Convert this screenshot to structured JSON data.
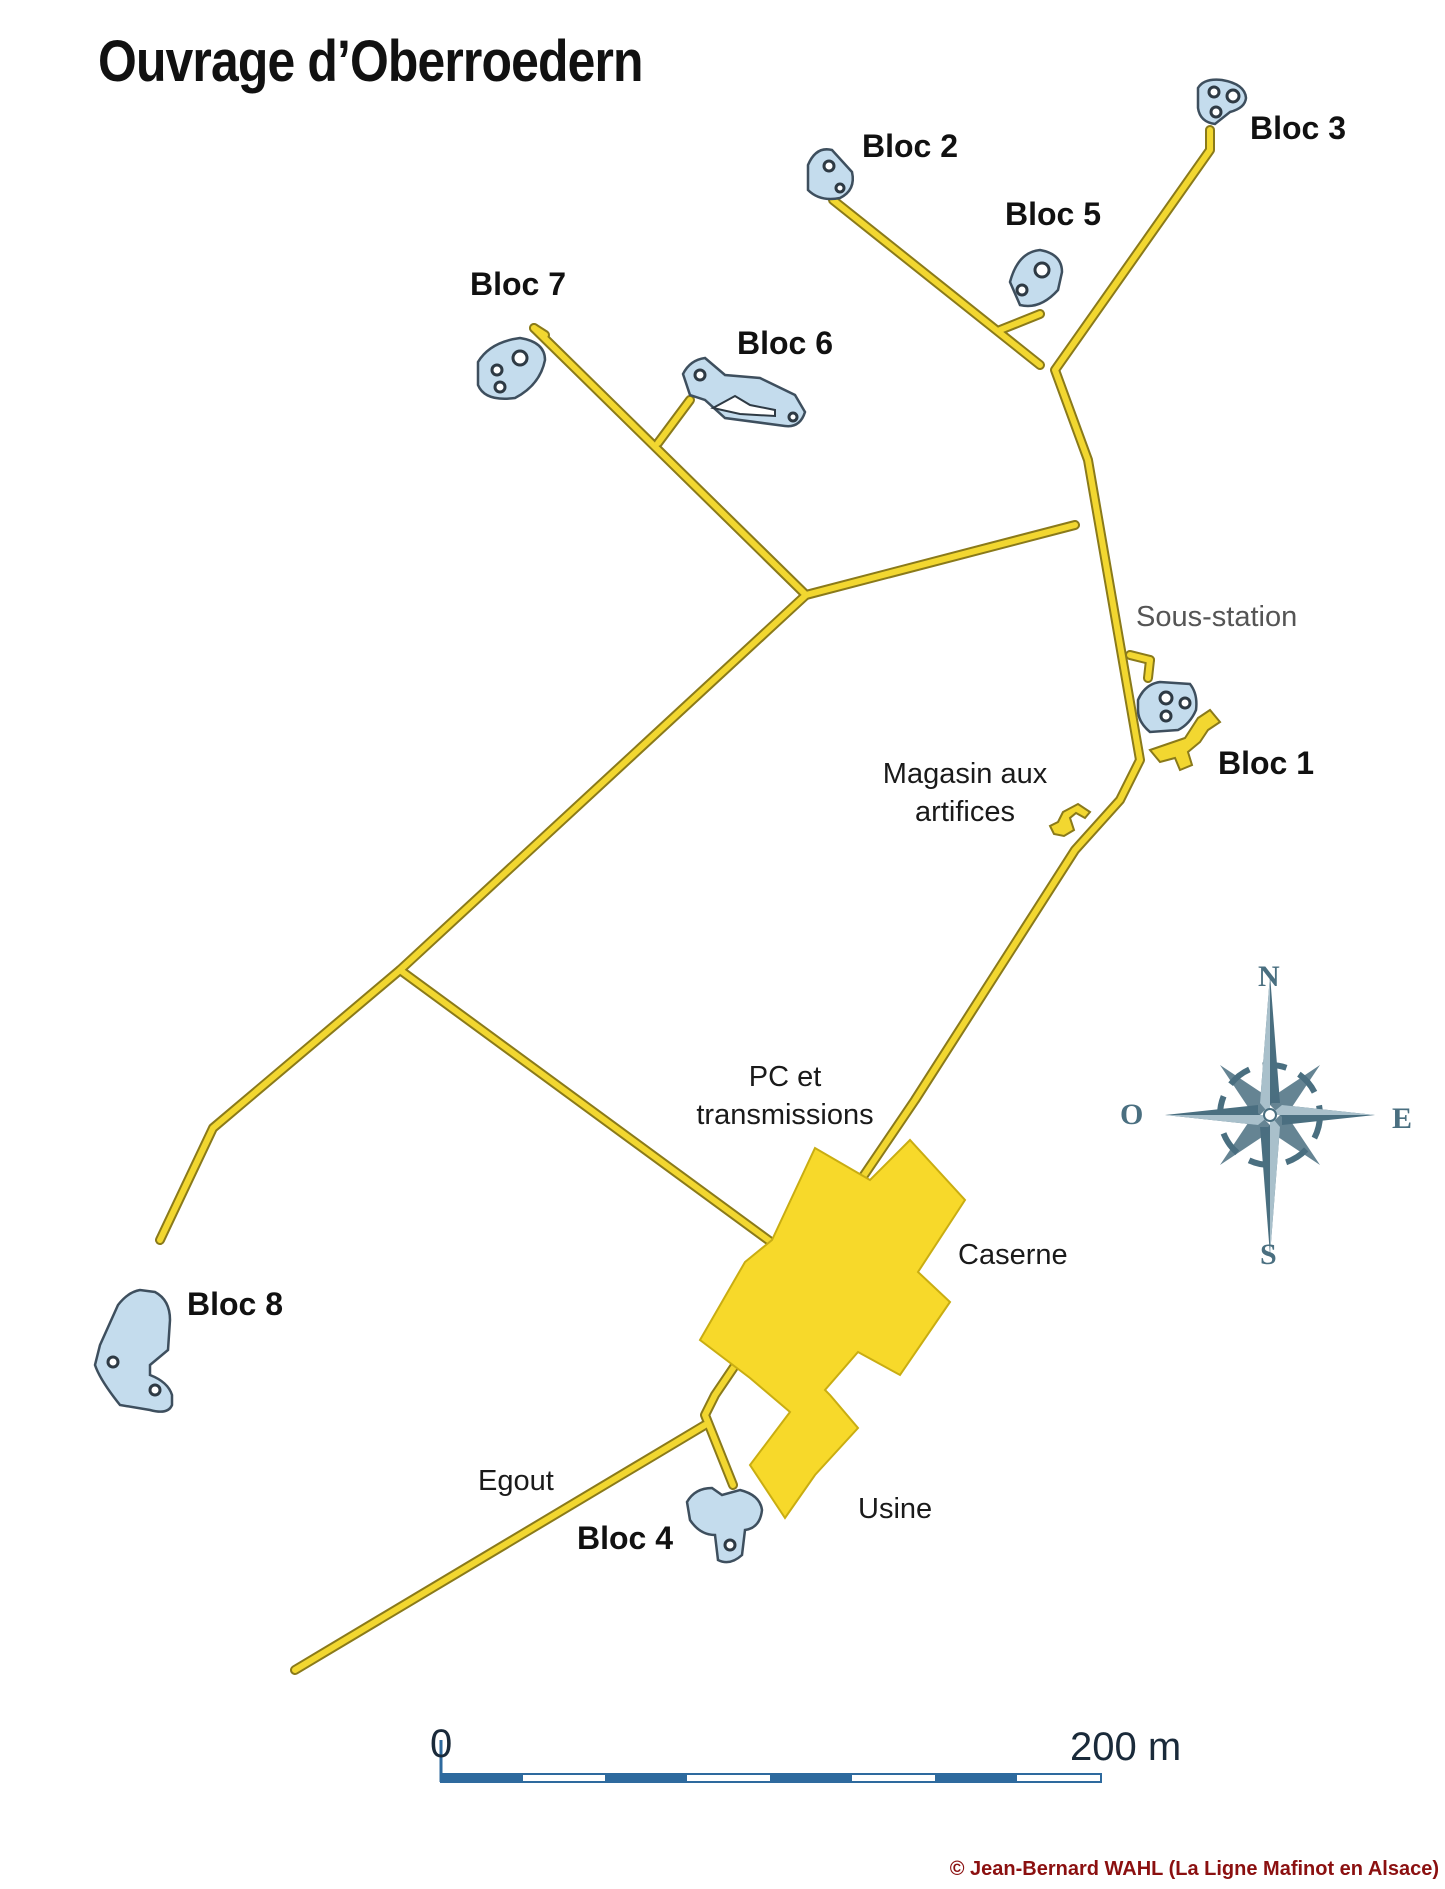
{
  "title": "Ouvrage d’Oberroedern",
  "blocs": {
    "bloc1": "Bloc 1",
    "bloc2": "Bloc 2",
    "bloc3": "Bloc 3",
    "bloc4": "Bloc 4",
    "bloc5": "Bloc 5",
    "bloc6": "Bloc 6",
    "bloc7": "Bloc 7",
    "bloc8": "Bloc 8"
  },
  "features": {
    "sous_station": "Sous-station",
    "magasin_line1": "Magasin aux",
    "magasin_line2": "artifices",
    "pc_line1": "PC et",
    "pc_line2": "transmissions",
    "caserne": "Caserne",
    "usine": "Usine",
    "egout": "Egout"
  },
  "compass": {
    "north": "N",
    "south": "S",
    "east": "E",
    "west": "O"
  },
  "scale": {
    "start": "0",
    "end": "200 m"
  },
  "credit": "© Jean-Bernard WAHL (La Ligne Mafinot en Alsace)",
  "colors": {
    "gallery_fill": "#f2d730",
    "gallery_outline": "#8a7a1a",
    "bloc_fill": "#c4dced",
    "bloc_outline": "#3e4f5e",
    "building_fill": "#f7d92a",
    "compass_color": "#4a6f80",
    "scale_blue": "#2e6a9e"
  }
}
